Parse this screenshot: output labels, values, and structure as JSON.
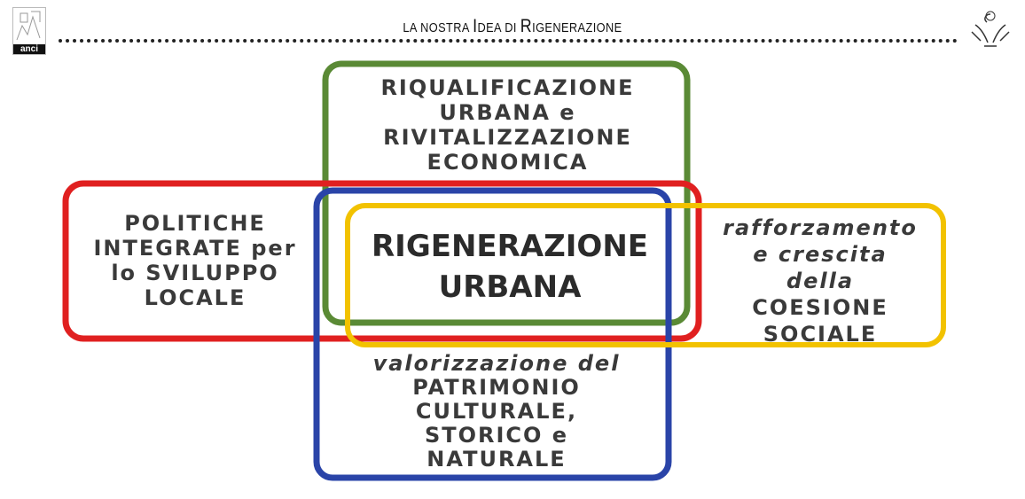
{
  "header": {
    "title_parts": [
      "LA NOSTRA ",
      "I",
      "DEA DI ",
      "R",
      "IGENERAZIONE"
    ],
    "left_logo_text": "anci",
    "right_logo": "eagle-emblem-icon"
  },
  "diagram": {
    "colors": {
      "green": "#5a8a35",
      "red": "#e02020",
      "blue": "#2a44a8",
      "yellow": "#f2c200"
    },
    "center": [
      "RIGENERAZIONE",
      "URBANA"
    ],
    "green": [
      "RIQUALIFICAZIONE",
      "URBANA e",
      "RIVITALIZZAZIONE",
      "ECONOMICA"
    ],
    "red": [
      "POLITICHE",
      "INTEGRATE per",
      "lo SVILUPPO",
      "LOCALE"
    ],
    "yellow": [
      "rafforzamento",
      "e crescita",
      "della",
      "COESIONE",
      "SOCIALE"
    ],
    "blue": [
      "valorizzazione del",
      "PATRIMONIO",
      "CULTURALE,",
      "STORICO e",
      "NATURALE"
    ]
  }
}
